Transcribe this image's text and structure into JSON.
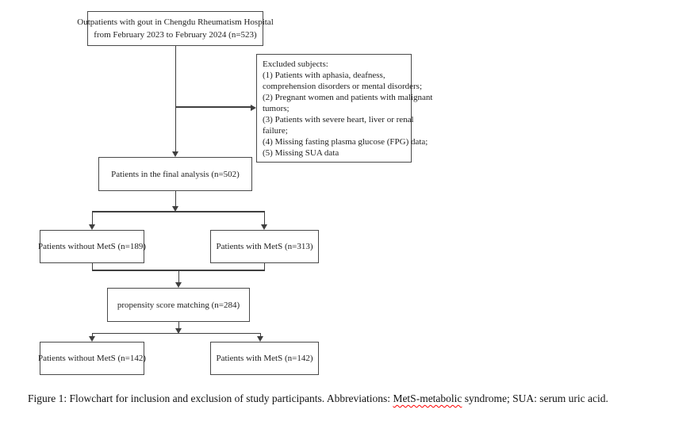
{
  "figure": {
    "colors": {
      "box_border": "#4a4a4a",
      "connector_line": "#3f3f3f",
      "text": "#1f1f1f",
      "spellcheck_underline": "#ff0000",
      "background": "#ffffff"
    },
    "flowchart": {
      "top_box": {
        "lines": [
          "Outpatients with gout in Chengdu Rheumatism Hospital",
          "from February 2023 to February 2024 (n=523)"
        ]
      },
      "excluded_box": {
        "lines": [
          "Excluded subjects:",
          "(1) Patients with aphasia, deafness,",
          "comprehension disorders or mental disorders;",
          "(2) Pregnant women and patients with malignant",
          "tumors;",
          "(3) Patients with severe heart, liver or renal",
          "failure;",
          "(4) Missing fasting plasma glucose (FPG) data;",
          "(5) Missing SUA data"
        ]
      },
      "final_box": {
        "label": "Patients in the final analysis (n=502)"
      },
      "without_mets": {
        "label": "Patients without MetS (n=189)"
      },
      "with_mets": {
        "label": "Patients with MetS (n=313)"
      },
      "psm": {
        "label": "propensity score matching (n=284)"
      },
      "matched_without_mets": {
        "label": "Patients without MetS (n=142)"
      },
      "matched_with_mets": {
        "label": "Patients with MetS (n=142)"
      }
    },
    "caption": {
      "prefix": "Figure 1: Flowchart for inclusion and exclusion of study participants. Abbreviations: ",
      "spellcheck_word": "MetS-metabolic",
      "suffix": " syndrome; SUA: serum uric acid."
    }
  }
}
